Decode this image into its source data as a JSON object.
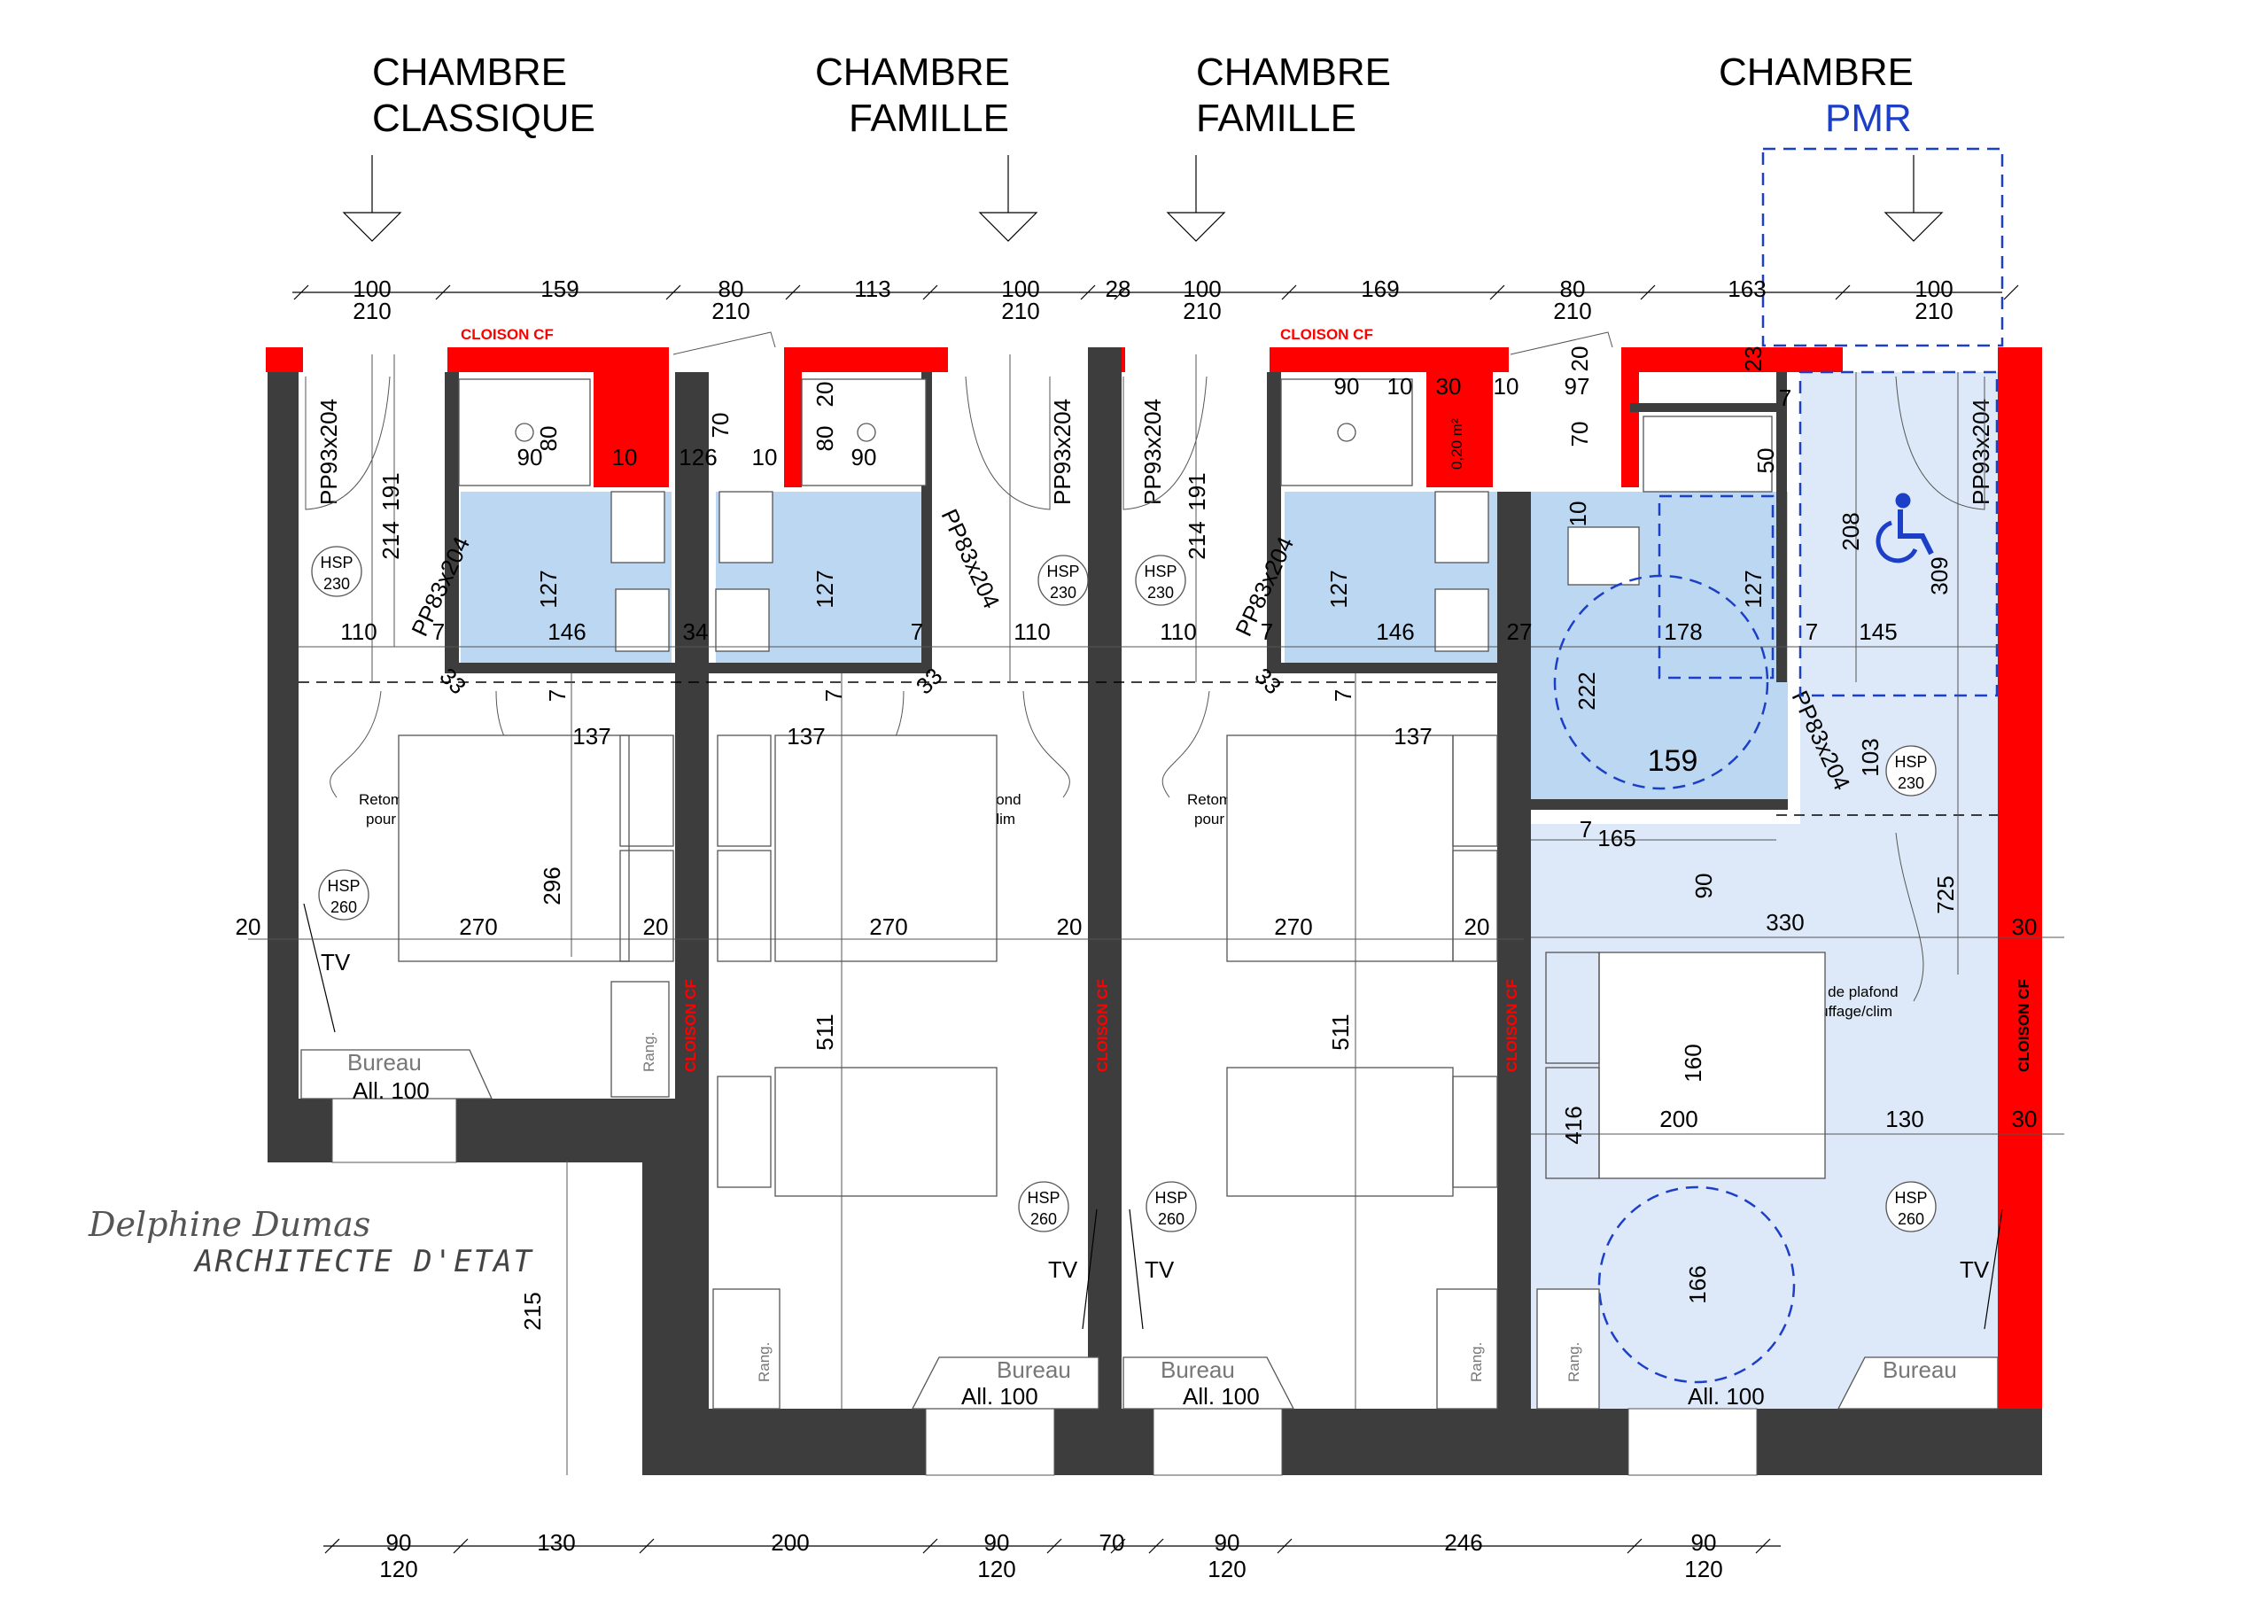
{
  "rooms": {
    "classique": {
      "line1": "CHAMBRE",
      "line2": "CLASSIQUE"
    },
    "famille1": {
      "line1": "CHAMBRE",
      "line2": "FAMILLE"
    },
    "famille2": {
      "line1": "CHAMBRE",
      "line2": "FAMILLE"
    },
    "pmr": {
      "line1": "CHAMBRE",
      "line2": "PMR"
    }
  },
  "colors": {
    "wall": "#3d3d3d",
    "fire_wall": "#ff0000",
    "bathroom": "#bcd7f2",
    "pmr_area": "#dde9f8",
    "pmr_text": "#1c3fc7"
  },
  "top_dims": [
    {
      "a": "100",
      "b": "210"
    },
    {
      "a": "159"
    },
    {
      "a": "80",
      "b": "210"
    },
    {
      "a": "113"
    },
    {
      "a": "100",
      "b": "210"
    },
    {
      "a": "28"
    },
    {
      "a": "100",
      "b": "210"
    },
    {
      "a": "169"
    },
    {
      "a": "80",
      "b": "210"
    },
    {
      "a": "163"
    },
    {
      "a": "100",
      "b": "210"
    }
  ],
  "bottom_dims": [
    {
      "a": "90",
      "b": "120"
    },
    {
      "a": "130"
    },
    {
      "a": "200"
    },
    {
      "a": "90",
      "b": "120"
    },
    {
      "a": "70"
    },
    {
      "a": "90",
      "b": "120"
    },
    {
      "a": "246"
    },
    {
      "a": "90",
      "b": "120"
    }
  ],
  "labels": {
    "cloison_cf": "CLOISON CF",
    "pp93": "PP93x204",
    "pp83": "PP83x204",
    "hsp": "HSP",
    "hsp230": "230",
    "hsp260": "260",
    "retombee1": "Retombée de plafond",
    "retombee2": "pour chauffage/clim",
    "tv": "TV",
    "bureau": "Bureau",
    "all100": "All. 100",
    "rang": "Rang.",
    "area": "0,20 m²",
    "sig1": "Delphine Dumas",
    "sig2": "ARCHITECTE D'ETAT"
  },
  "dims": {
    "d90": "90",
    "d80": "80",
    "d10": "10",
    "d126": "126",
    "d70": "70",
    "d20": "20",
    "d30": "30",
    "d97": "97",
    "d23": "23",
    "d7": "7",
    "d50": "50",
    "d214": "214",
    "d191": "191",
    "d127": "127",
    "d110": "110",
    "d146": "146",
    "d34": "34",
    "d33": "33",
    "d137": "137",
    "d296": "296",
    "d270": "270",
    "d511": "511",
    "d215": "215",
    "d27": "27",
    "d178": "178",
    "d145": "145",
    "d208": "208",
    "d309": "309",
    "d222": "222",
    "d159": "159",
    "d103": "103",
    "d165": "165",
    "d330": "330",
    "d725": "725",
    "d160": "160",
    "d416": "416",
    "d200": "200",
    "d130": "130",
    "d166": "166"
  }
}
